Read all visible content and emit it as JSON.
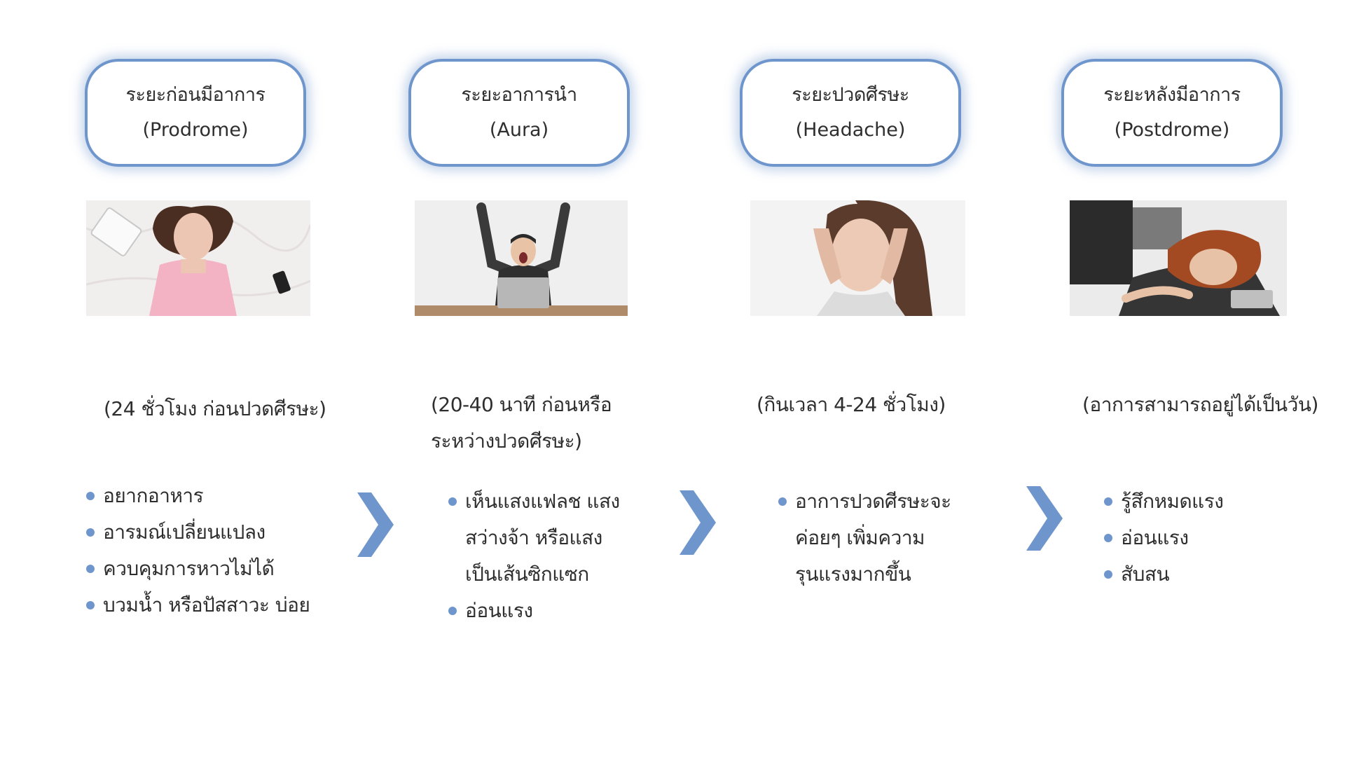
{
  "phases": [
    {
      "name": "ระยะก่อนมีอาการ",
      "en": "(Prodrome)",
      "timing": [
        "(24 ชั่วโมง ก่อนปวดศีรษะ)"
      ],
      "photo": "woman-lying-on-bed-photo",
      "symptoms": [
        [
          "อยากอาหาร"
        ],
        [
          "อารมณ์เปลี่ยนแปลง"
        ],
        [
          "ควบคุมการหาวไม่ได้"
        ],
        [
          "บวมน้ำ หรือปัสสาวะ บ่อย"
        ]
      ]
    },
    {
      "name": "ระยะอาการนำ",
      "en": "(Aura)",
      "timing": [
        "(20-40 นาที ก่อนหรือ",
        "ระหว่างปวดศีรษะ)"
      ],
      "photo": "man-yawning-at-laptop-photo",
      "symptoms": [
        [
          "เห็นแสงแฟลช แสง",
          "สว่างจ้า หรือแสง",
          "เป็นเส้นซิกแซก"
        ],
        [
          "อ่อนแรง"
        ]
      ]
    },
    {
      "name": "ระยะปวดศีรษะ",
      "en": "(Headache)",
      "timing": [
        "(กินเวลา 4-24 ชั่วโมง)"
      ],
      "photo": "woman-holding-head-photo",
      "symptoms": [
        [
          "อาการปวดศีรษะจะ",
          "ค่อยๆ เพิ่มความ",
          "รุนแรงมากขึ้น"
        ]
      ]
    },
    {
      "name": "ระยะหลังมีอาการ",
      "en": "(Postdrome)",
      "timing": [
        "(อาการสามารถอยู่ได้เป็นวัน)"
      ],
      "photo": "exhausted-woman-on-desk-photo",
      "symptoms": [
        [
          "รู้สึกหมดแรง"
        ],
        [
          "อ่อนแรง"
        ],
        [
          "สับสน"
        ]
      ]
    }
  ],
  "colors": {
    "accent": "#6f96cc",
    "text": "#2e2e2e",
    "background": "#ffffff"
  },
  "icons": {
    "arrow": "chevron-right-icon",
    "bullet": "bullet-dot-icon"
  }
}
